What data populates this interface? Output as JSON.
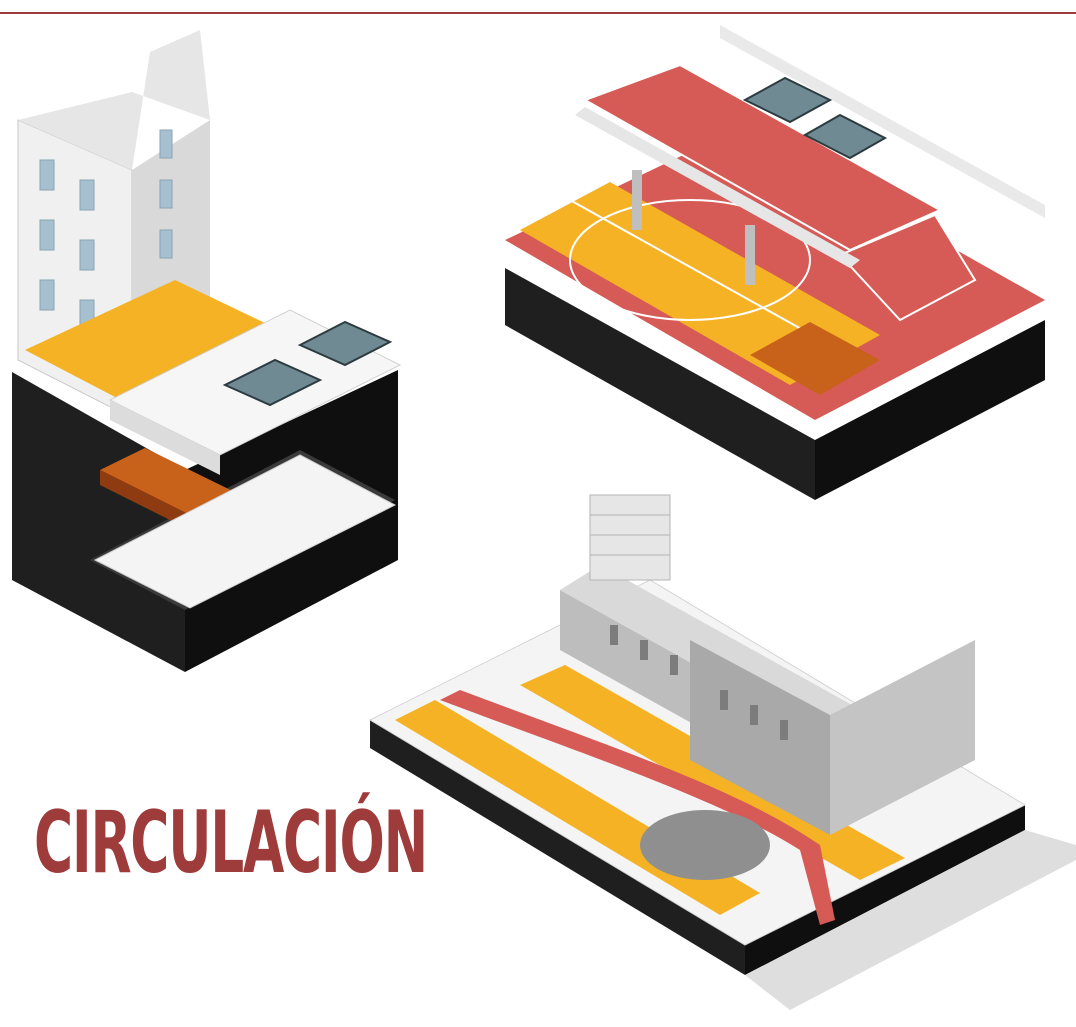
{
  "title": "CIRCULACIÓN",
  "colors": {
    "accent": "#9e3b3b",
    "circulation_red": "#d65a56",
    "circulation_yellow": "#f5b225",
    "circulation_orange": "#c8621a",
    "base_dark": "#1f1f1f",
    "building_gray": "#bdbdbd",
    "white_volume": "#f2f2f2"
  },
  "illustrations": [
    {
      "name": "building-section-axonometric"
    },
    {
      "name": "court-and-ramp-axonometric"
    },
    {
      "name": "urban-block-axonometric"
    }
  ]
}
